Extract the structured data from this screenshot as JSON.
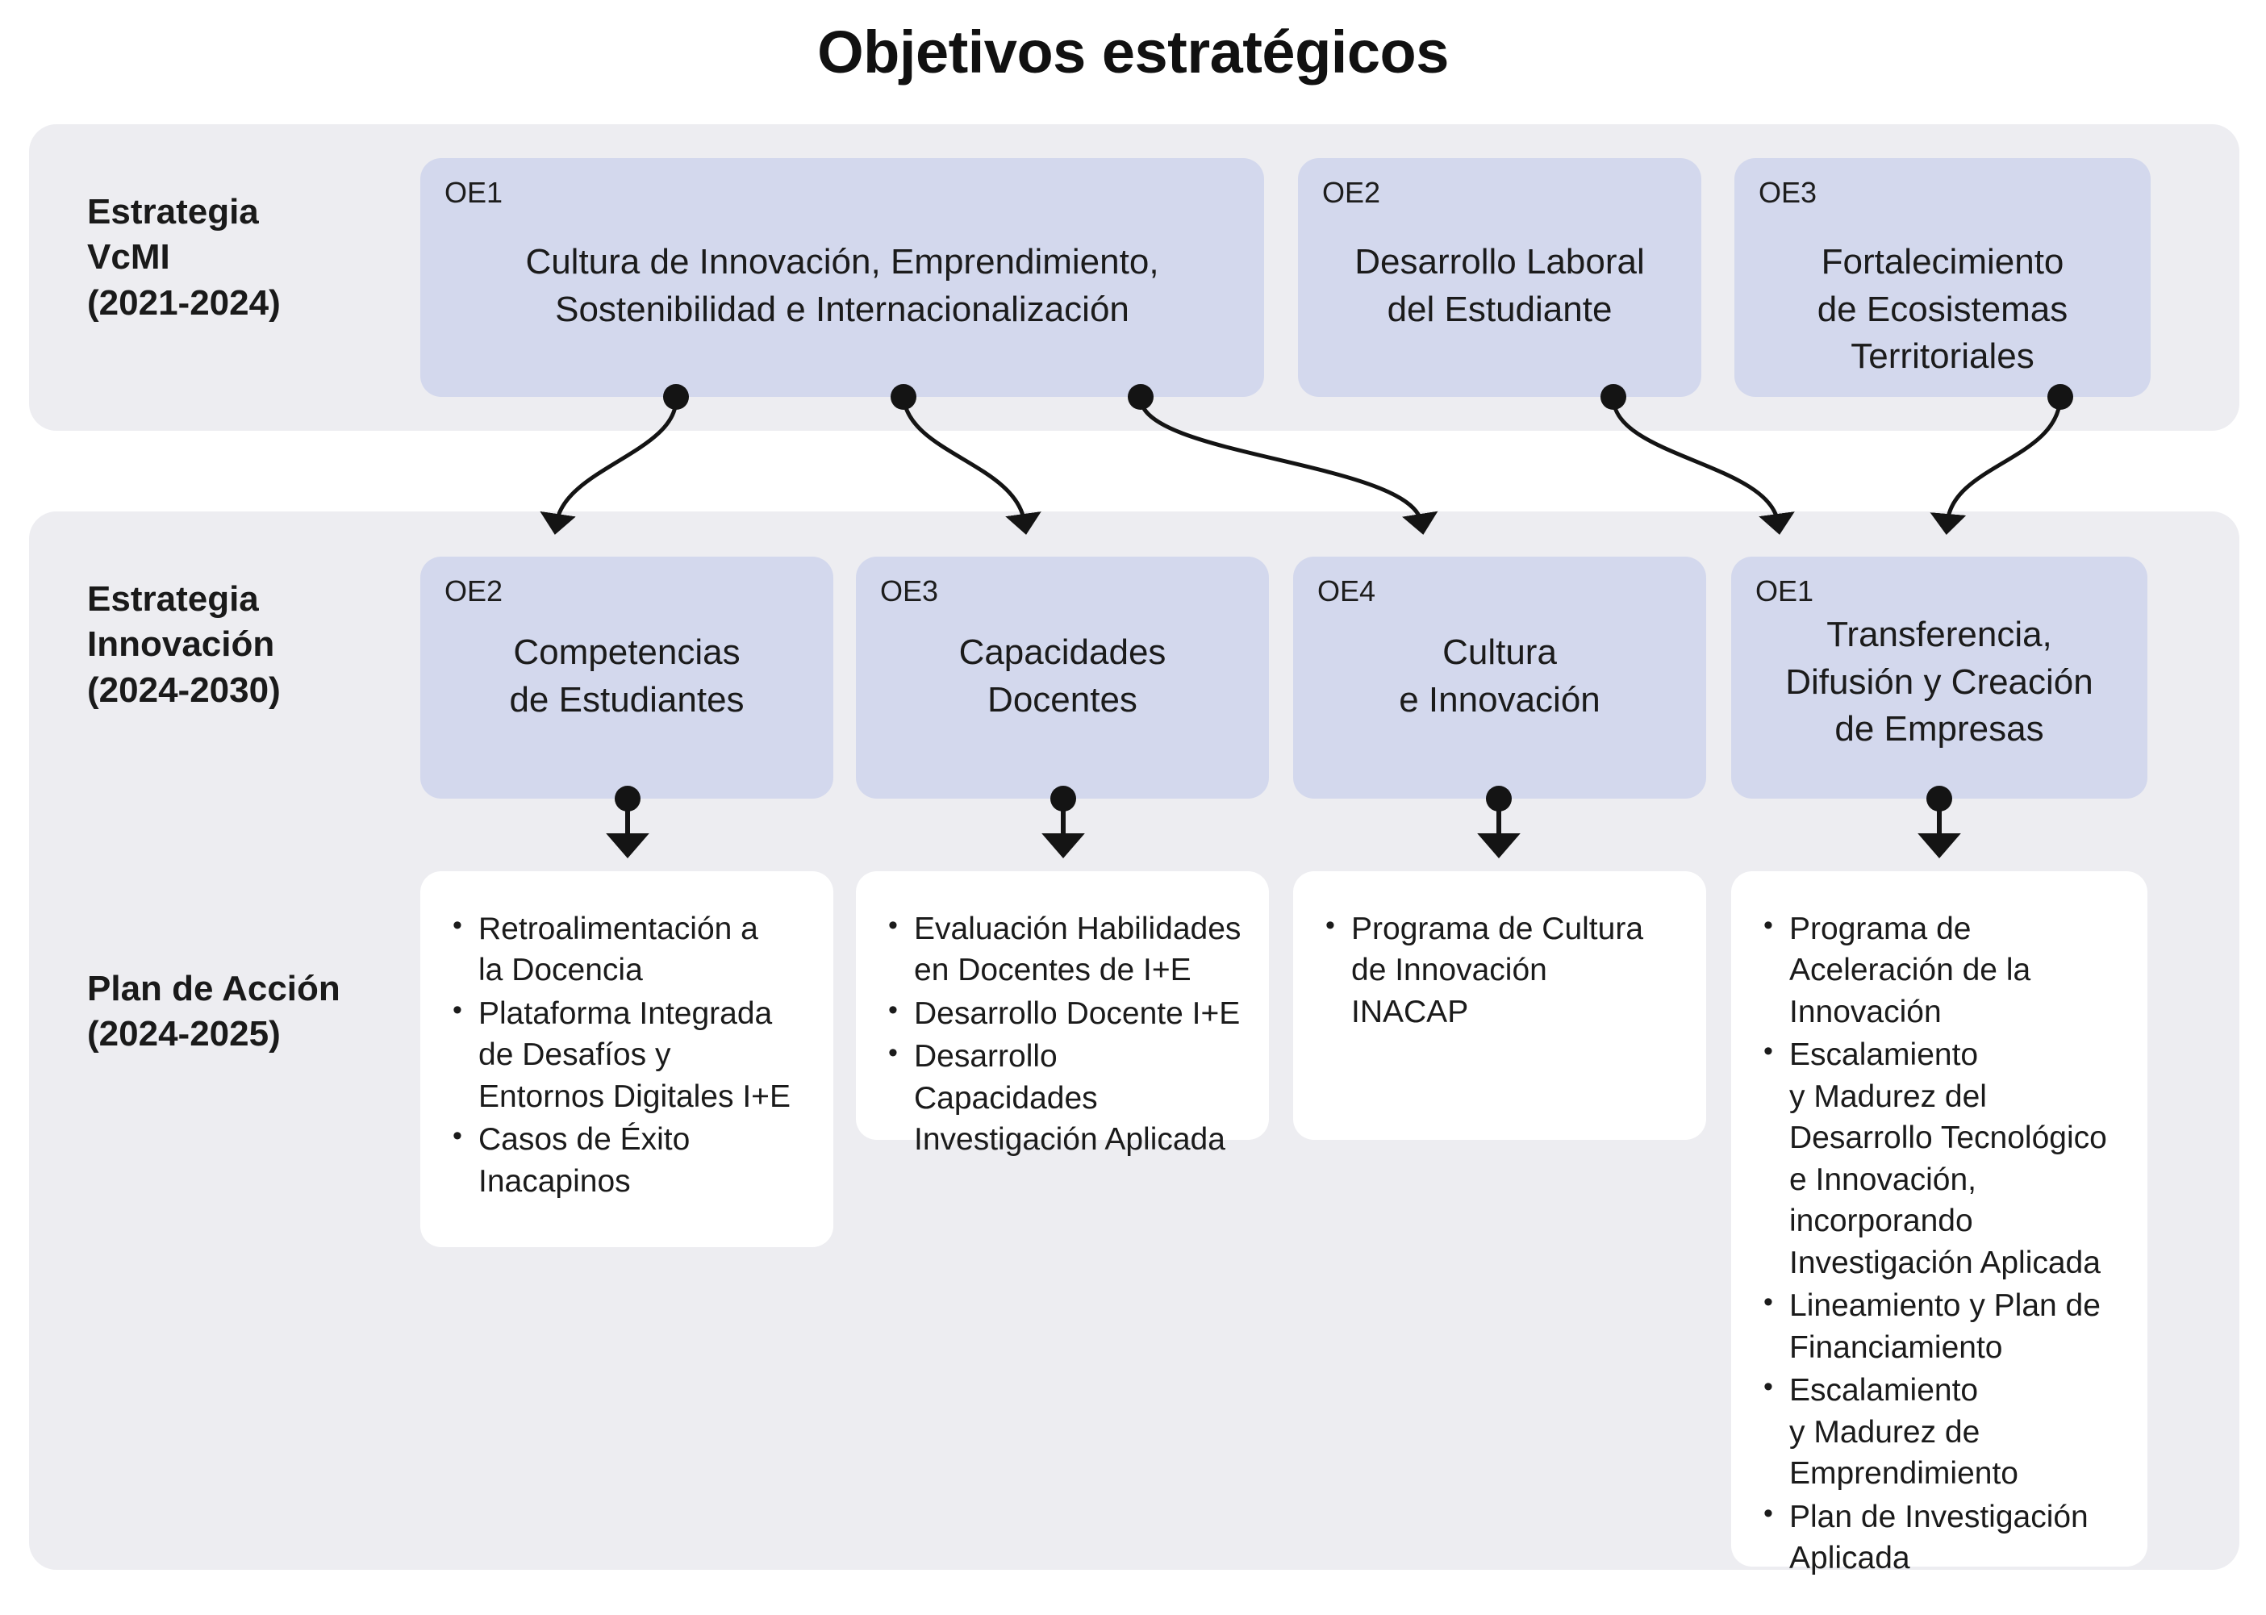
{
  "title": "Objetivos estratégicos",
  "colors": {
    "panel_background": "#ededf1",
    "oe_box_fill": "#d3d8ed",
    "plan_card_fill": "#ffffff",
    "text": "#1b1b1b",
    "connector": "#1a1a1a",
    "page_background": "#ffffff"
  },
  "rows": {
    "vcmi": {
      "label": "Estrategia\nVcMI\n(2021-2024)",
      "boxes": [
        {
          "tag": "OE1",
          "title": "Cultura de Innovación, Emprendimiento,\nSostenibilidad e Internacionalización"
        },
        {
          "tag": "OE2",
          "title": "Desarrollo Laboral\ndel Estudiante"
        },
        {
          "tag": "OE3",
          "title": "Fortalecimiento\nde Ecosistemas\nTerritoriales"
        }
      ]
    },
    "innovacion": {
      "label": "Estrategia\nInnovación\n(2024-2030)",
      "boxes": [
        {
          "tag": "OE2",
          "title": "Competencias\nde Estudiantes"
        },
        {
          "tag": "OE3",
          "title": "Capacidades\nDocentes"
        },
        {
          "tag": "OE4",
          "title": "Cultura\ne Innovación"
        },
        {
          "tag": "OE1",
          "title": "Transferencia,\nDifusión y Creación\nde Empresas"
        }
      ]
    },
    "plan": {
      "label": "Plan de Acción\n(2024-2025)",
      "cards": [
        {
          "items": [
            "Retroalimentación a\nla Docencia",
            "Plataforma Integrada\nde Desafíos y\nEntornos Digitales I+E",
            "Casos de Éxito\nInacapinos"
          ]
        },
        {
          "items": [
            "Evaluación Habilidades\nen Docentes de I+E",
            "Desarrollo Docente I+E",
            "Desarrollo Capacidades\nInvestigación Aplicada"
          ]
        },
        {
          "items": [
            "Programa de Cultura\nde Innovación\nINACAP"
          ]
        },
        {
          "items": [
            "Programa de\nAceleración de la\nInnovación",
            "Escalamiento\ny Madurez del\nDesarrollo Tecnológico\ne Innovación,\nincorporando\nInvestigación Aplicada",
            "Lineamiento y Plan de\nFinanciamiento",
            "Escalamiento\ny Madurez de\nEmprendimiento",
            "Plan de Investigación\nAplicada"
          ]
        }
      ]
    }
  },
  "connectors": {
    "curved": [
      {
        "from": "vcmi.OE1",
        "to": "innovacion.OE2"
      },
      {
        "from": "vcmi.OE1",
        "to": "innovacion.OE3"
      },
      {
        "from": "vcmi.OE1",
        "to": "innovacion.OE4"
      },
      {
        "from": "vcmi.OE2",
        "to": "innovacion.OE1-transferencia"
      },
      {
        "from": "vcmi.OE3",
        "to": "innovacion.OE1-transferencia"
      }
    ],
    "straight": [
      {
        "from": "innovacion.OE2",
        "to": "plan.card1"
      },
      {
        "from": "innovacion.OE3",
        "to": "plan.card2"
      },
      {
        "from": "innovacion.OE4",
        "to": "plan.card3"
      },
      {
        "from": "innovacion.OE1",
        "to": "plan.card4"
      }
    ]
  }
}
